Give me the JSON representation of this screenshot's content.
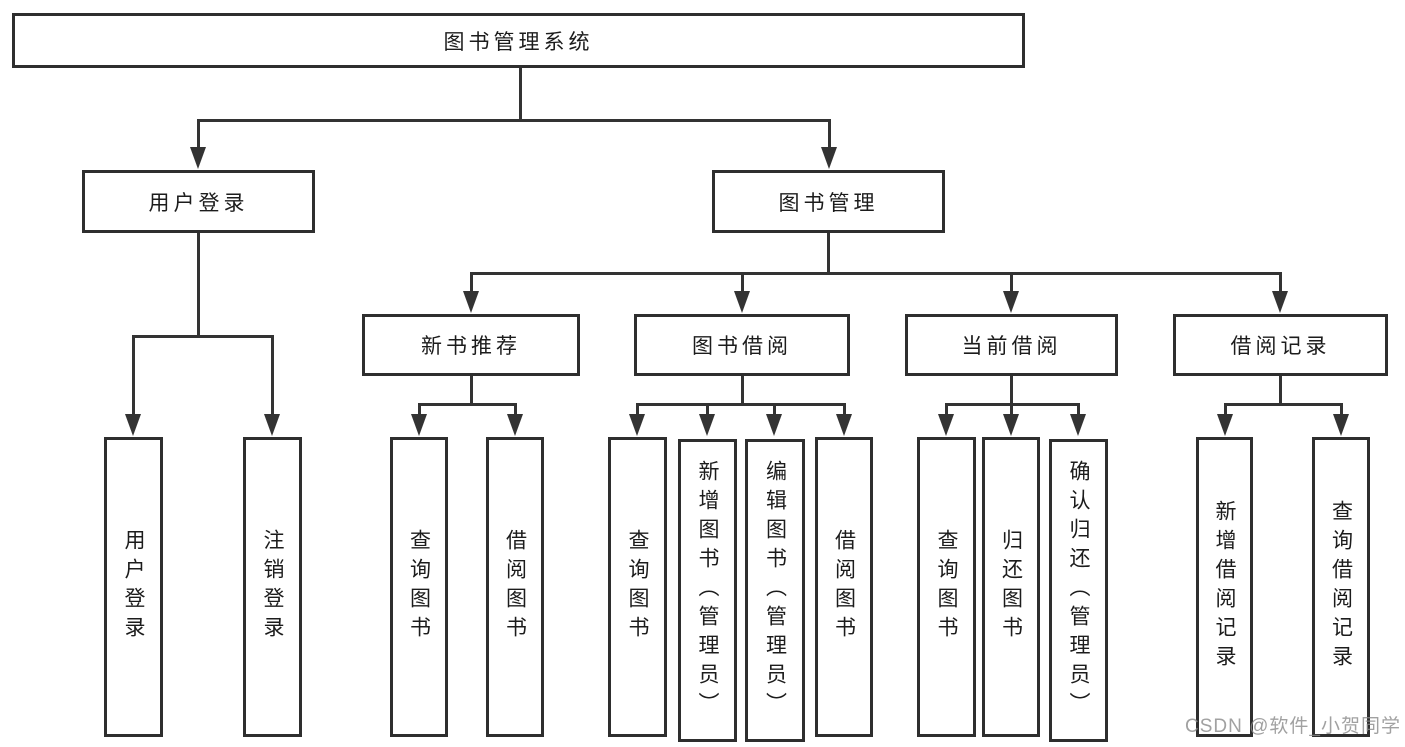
{
  "tree": {
    "root": "图书管理系统",
    "children": [
      {
        "label": "用户登录",
        "children": [
          {
            "label": "用户登录"
          },
          {
            "label": "注销登录"
          }
        ]
      },
      {
        "label": "图书管理",
        "children": [
          {
            "label": "新书推荐",
            "children": [
              {
                "label": "查询图书"
              },
              {
                "label": "借阅图书"
              }
            ]
          },
          {
            "label": "图书借阅",
            "children": [
              {
                "label": "查询图书"
              },
              {
                "label": "新增图书（管理员）"
              },
              {
                "label": "编辑图书（管理员）"
              },
              {
                "label": "借阅图书"
              }
            ]
          },
          {
            "label": "当前借阅",
            "children": [
              {
                "label": "查询图书"
              },
              {
                "label": "归还图书"
              },
              {
                "label": "确认归还（管理员）"
              }
            ]
          },
          {
            "label": "借阅记录",
            "children": [
              {
                "label": "新增借阅记录"
              },
              {
                "label": "查询借阅记录"
              }
            ]
          }
        ]
      }
    ]
  },
  "watermark": {
    "text": "CSDN @软件_小贺同学"
  },
  "colors": {
    "line": "#333333",
    "border": "#2e2e2e",
    "text": "#1c1c1c",
    "background": "#ffffff",
    "watermark_gray": "#8a8a8a"
  }
}
